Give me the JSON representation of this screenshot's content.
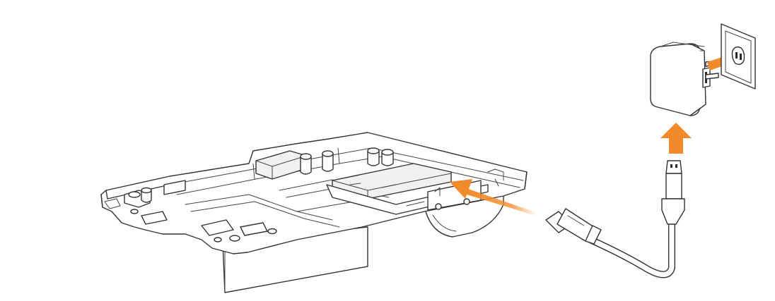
{
  "figure": {
    "subject": "charging-setup-illustration",
    "colors": {
      "accent_arrow": "#F08A2A",
      "line_art": "#333333",
      "background": "#FFFFFF"
    },
    "icons": [
      "charging-dock",
      "usb-c-cable",
      "usb-a-plug",
      "power-adapter",
      "wall-outlet",
      "insert-arrow",
      "connect-arrow",
      "plug-in-arrow"
    ]
  }
}
